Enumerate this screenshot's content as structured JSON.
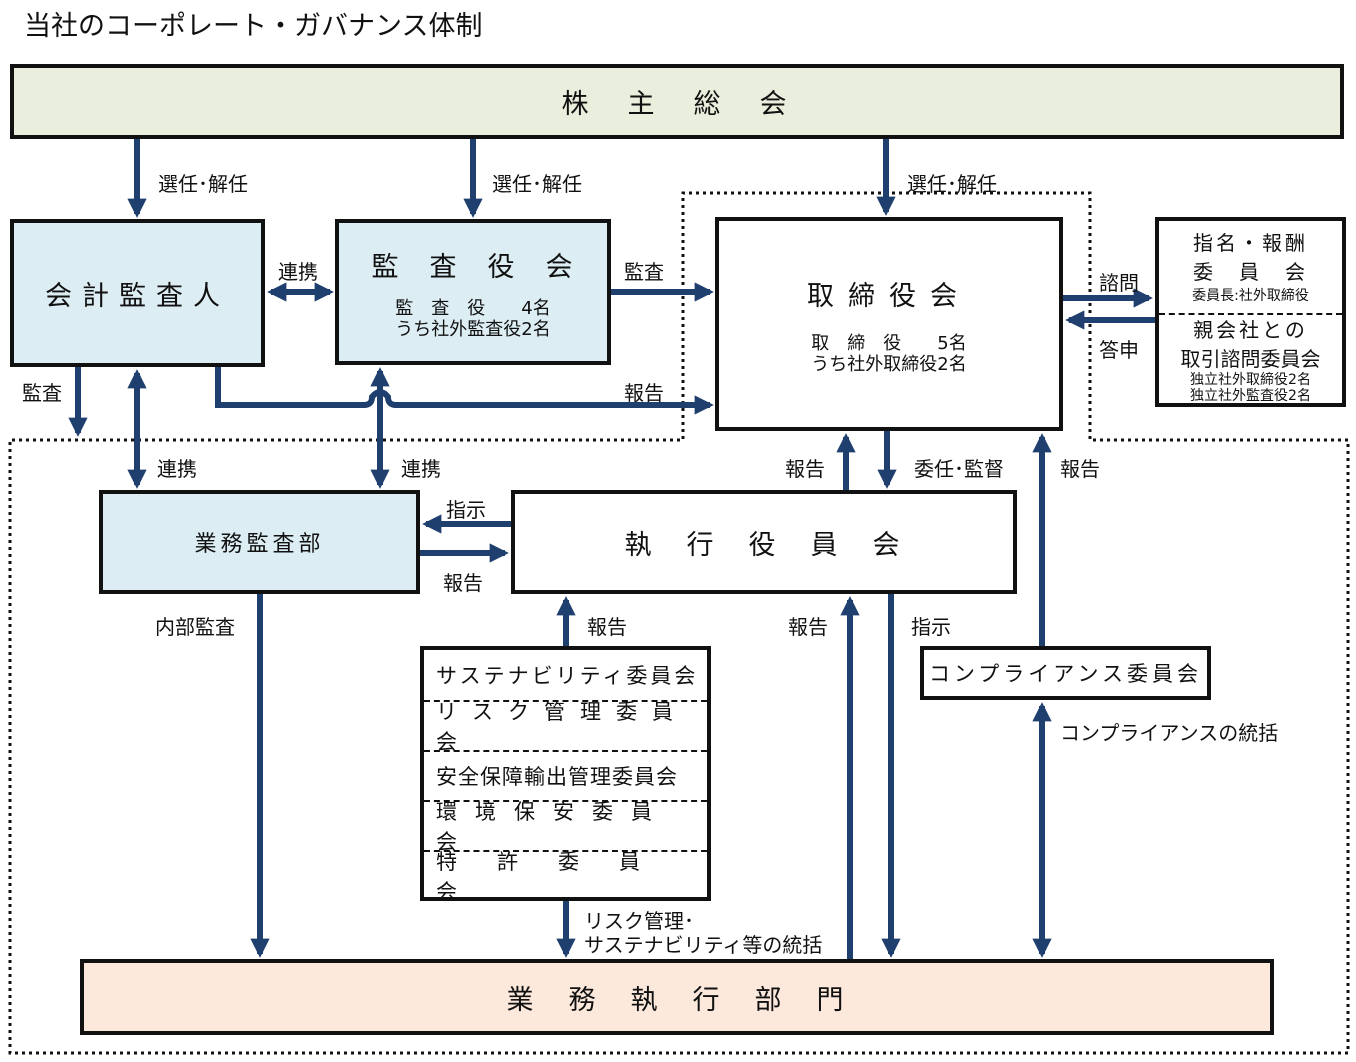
{
  "title": "当社のコーポレート・ガバナンス体制",
  "shareholders": "株　主　総　会",
  "auditor": "会計監査人",
  "kansayaku": {
    "title": "監　査　役　会",
    "line1": "監　査　役　　4名",
    "line2": "うち社外監査役2名"
  },
  "board": {
    "title": "取締役会",
    "line1": "取　締　役　　5名",
    "line2": "うち社外取締役2名"
  },
  "nomination": {
    "line1": "指名・報酬",
    "line2": "委　員　会",
    "line3": "委員長:社外取締役"
  },
  "parent": {
    "line1": "親会社との",
    "line2": "取引諮問委員会",
    "line3": "独立社外取締役2名",
    "line4": "独立社外監査役2名"
  },
  "internal_audit": "業務監査部",
  "executive": "執　行　役　員　会",
  "committees": [
    "サステナビリティ委員会",
    "リスク管理委員会",
    "安全保障輸出管理委員会",
    "環境保安委員会",
    "特許委員会"
  ],
  "compliance": "コンプライアンス委員会",
  "operations": "業　務　執　行　部　門",
  "labels": {
    "elect1": "選任･解任",
    "elect2": "選任･解任",
    "elect3": "選任･解任",
    "renkei1": "連携",
    "audit1": "監査",
    "audit2": "監査",
    "report1": "報告",
    "renkei2": "連携",
    "renkei3": "連携",
    "consult": "諮問",
    "answer": "答申",
    "report2": "報告",
    "delegate": "委任･監督",
    "report3": "報告",
    "instruct1": "指示",
    "report4": "報告",
    "internal": "内部監査",
    "report5": "報告",
    "report6": "報告",
    "instruct2": "指示",
    "compliance_oversight": "コンプライアンスの統括",
    "risk_line1": "リスク管理･",
    "risk_line2": "サステナビリティ等の統括"
  },
  "colors": {
    "arrow": "#1f3f6e",
    "shareholders_bg": "#eaeedd",
    "audit_bg": "#dcedf3",
    "operations_bg": "#fce9dc"
  }
}
